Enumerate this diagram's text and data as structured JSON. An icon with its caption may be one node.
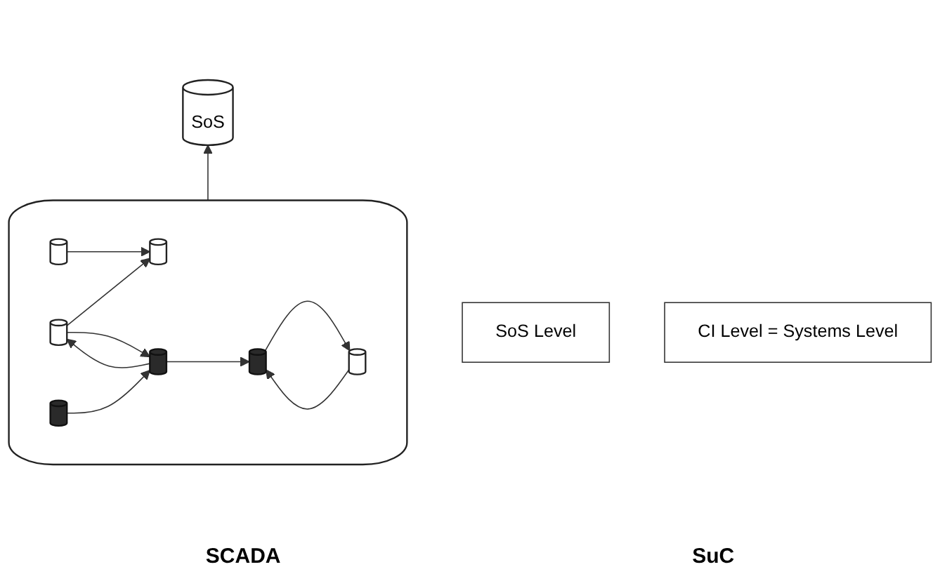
{
  "diagram": {
    "nodes": [
      {
        "text": [
          "SoS Level"
        ]
      },
      {
        "text": [
          "SoS"
        ]
      },
      {
        "text": [],
        "shape": "cylinder"
      },
      {
        "text": [
          "CI Level = Systems Level"
        ]
      },
      {
        "text": [],
        "shape": "cylinder",
        "in": 2
      },
      {
        "text": [],
        "shape": "cylinder",
        "in": 2
      },
      {
        "text": [],
        "shape": "cylinder",
        "in": 2
      },
      {
        "text": [],
        "shape": "cylinder",
        "in": 2
      },
      {
        "text": [],
        "shape": "cylinder",
        "in": 2
      },
      {
        "text": [],
        "shape": "cylinder",
        "in": 2
      },
      {
        "text": [],
        "shape": "cylinder",
        "in": 2
      }
    ],
    "edges": [
      {
        "from": 2,
        "to": 1,
        "arrow": "to"
      },
      {
        "from": 5,
        "to": 4,
        "arrow": "to"
      },
      {
        "from": 6,
        "to": 4,
        "arrow": "to"
      },
      {
        "from": 10,
        "to": 7,
        "arrow": "to"
      },
      {
        "from": 7,
        "to": 10,
        "arrow": "to"
      },
      {
        "from": 8,
        "to": 6,
        "arrow": "to"
      },
      {
        "from": 6,
        "to": 8,
        "arrow": "to"
      },
      {
        "from": 9,
        "to": 8,
        "arrow": "to"
      },
      {
        "from": 8,
        "to": 10,
        "arrow": "to"
      }
    ],
    "labels": [
      "SCADA",
      "SuC"
    ]
  }
}
